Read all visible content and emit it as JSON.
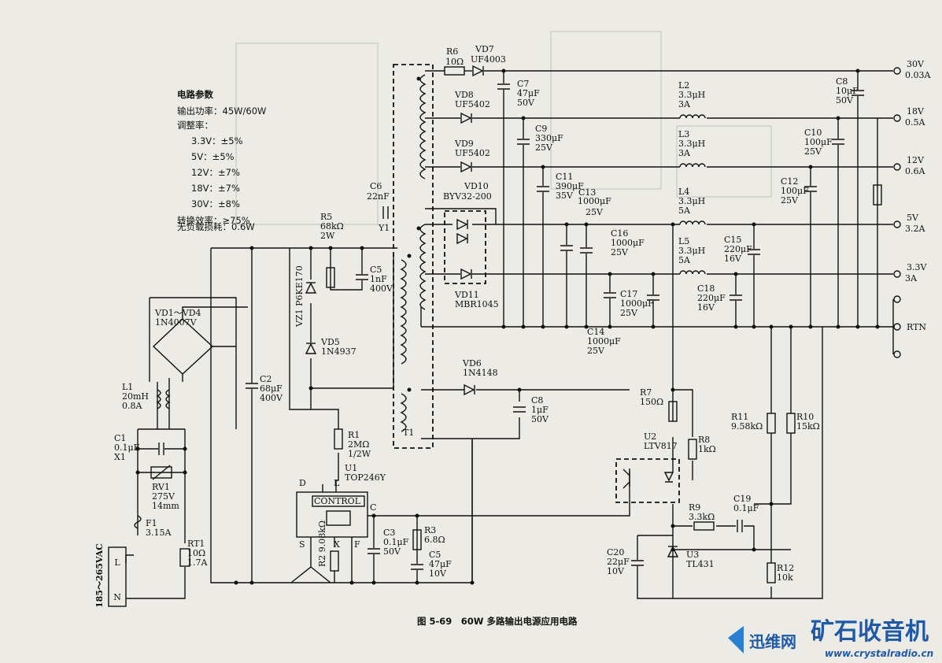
{
  "params": {
    "title": "电路参数",
    "power": "输出功率：45W/60W",
    "regulation_title": "调整率：",
    "reg": [
      "3.3V：±5%",
      "5V：±5%",
      "12V：±7%",
      "18V：±7%",
      "30V：±8%"
    ],
    "efficiency": "转换效率：≥75%",
    "noload": "无负载损耗：0.6W"
  },
  "caption": "图 5-69　60W 多路输出电源应用电路",
  "input_label": "185～265VAC",
  "outputs": [
    {
      "v": "30V",
      "i": "0.03A"
    },
    {
      "v": "18V",
      "i": "0.5A"
    },
    {
      "v": "12V",
      "i": "0.6A"
    },
    {
      "v": "5V",
      "i": "3.2A"
    },
    {
      "v": "3.3V",
      "i": "3A"
    },
    {
      "v": "RTN",
      "i": ""
    }
  ],
  "components": {
    "R6": [
      "R6",
      "10Ω"
    ],
    "VD7": [
      "VD7",
      "UF4003"
    ],
    "VD8": [
      "VD8",
      "UF5402"
    ],
    "VD9": [
      "VD9",
      "UF5402"
    ],
    "VD10": [
      "VD10",
      "BYV32-200"
    ],
    "VD11": [
      "VD11",
      "MBR1045"
    ],
    "C7": [
      "C7",
      "47μF",
      "50V"
    ],
    "C9": [
      "C9",
      "330μF",
      "25V"
    ],
    "C11": [
      "C11",
      "390μF",
      "35V"
    ],
    "C13": [
      "C13",
      "1000μF",
      "25V"
    ],
    "C16": [
      "C16",
      "1000μF",
      "25V"
    ],
    "C17": [
      "C17",
      "1000μF",
      "25V"
    ],
    "C14": [
      "C14",
      "1000μF",
      "25V"
    ],
    "L2": [
      "L2",
      "3.3μH",
      "3A"
    ],
    "L3": [
      "L3",
      "3.3μH",
      "3A"
    ],
    "L4": [
      "L4",
      "3.3μH",
      "5A"
    ],
    "L5": [
      "L5",
      "3.3μH",
      "5A"
    ],
    "C8a": [
      "C8",
      "10μF",
      "50V"
    ],
    "C10": [
      "C10",
      "100μF",
      "25V"
    ],
    "C12": [
      "C12",
      "100μF",
      "25V"
    ],
    "C15": [
      "C15",
      "220μF",
      "16V"
    ],
    "C18": [
      "C18",
      "220μF",
      "16V"
    ],
    "C6": [
      "C6",
      "22nF",
      "Y1"
    ],
    "R5": [
      "R5",
      "68kΩ",
      "2W"
    ],
    "C5a": [
      "C5",
      "1nF",
      "400V"
    ],
    "VZ1": "VZ1 P6KE170",
    "VD5": [
      "VD5",
      "1N4937"
    ],
    "VD1": [
      "VD1～VD4",
      "1N4007V"
    ],
    "C2": [
      "C2",
      "68μF",
      "400V"
    ],
    "L1": [
      "L1",
      "20mH",
      "0.8A"
    ],
    "C1": [
      "C1",
      "0.1μF",
      "X1"
    ],
    "RV1": [
      "RV1",
      "275V",
      "14mm"
    ],
    "F1": [
      "F1",
      "3.15A"
    ],
    "RT1": [
      "RT1",
      "10Ω",
      "1.7A"
    ],
    "R1": [
      "R1",
      "2MΩ",
      "1/2W"
    ],
    "U1": [
      "U1",
      "TOP246Y"
    ],
    "U1pins": {
      "d": "D",
      "l": "L",
      "c": "C",
      "s": "S",
      "x": "X",
      "f": "F",
      "control": "CONTROL"
    },
    "R2": "R2 9.08kΩ",
    "C3": [
      "C3",
      "0.1μF",
      "50V"
    ],
    "R3": [
      "R3",
      "6.8Ω"
    ],
    "C5b": [
      "C5",
      "47μF",
      "10V"
    ],
    "VD6": [
      "VD6",
      "1N4148"
    ],
    "C8b": [
      "C8",
      "1μF",
      "50V"
    ],
    "T1": "T1",
    "R7": [
      "R7",
      "150Ω"
    ],
    "R8": [
      "R8",
      "1kΩ"
    ],
    "U2": [
      "U2",
      "LTV817"
    ],
    "R9": [
      "R9",
      "3.3kΩ"
    ],
    "C19": [
      "C19",
      "0.1μF"
    ],
    "C20": [
      "C20",
      "22μF",
      "10V"
    ],
    "U3": [
      "U3",
      "TL431"
    ],
    "R11": [
      "R11",
      "9.58kΩ"
    ],
    "R10": [
      "R10",
      "15kΩ"
    ],
    "R12": [
      "R12",
      "10k"
    ],
    "LN": [
      "L",
      "N"
    ]
  },
  "watermark": {
    "brand": "迅维网",
    "title": "矿石收音机",
    "url": "www.crystalradio.cn"
  }
}
